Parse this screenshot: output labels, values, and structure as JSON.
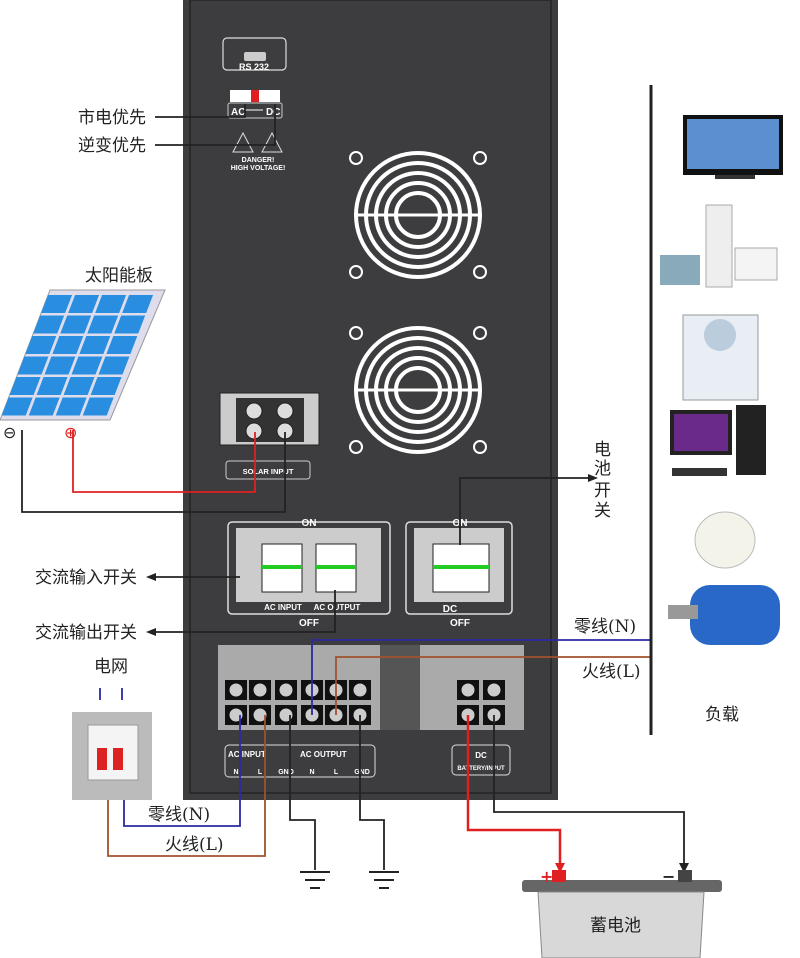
{
  "labels": {
    "mains_priority": "市电优先",
    "inverter_priority": "逆变优先",
    "solar_panel": "太阳能板",
    "battery_switch": [
      "电",
      "池",
      "开",
      "关"
    ],
    "ac_input_switch": "交流输入开关",
    "ac_output_switch": "交流输出开关",
    "grid": "电网",
    "neutral_right": "零线(N)",
    "live_right": "火线(L)",
    "load": "负载",
    "neutral_left": "零线(N)",
    "live_left": "火线(L)",
    "battery": "蓄电池"
  },
  "panel": {
    "rs232": "RS 232",
    "ac": "AC",
    "dc": "DC",
    "danger": "DANGER!",
    "high_voltage": "HIGH VOLTAGE!",
    "solar_input": "SOLAR INPUT",
    "on": "ON",
    "off": "OFF",
    "ac_input": "AC INPUT",
    "ac_output": "AC OUTPUT",
    "dc_switch": "DC",
    "terminal_ac_input": "AC INPUT",
    "terminal_ac_output": "AC OUTPUT",
    "n": "N",
    "l": "L",
    "gnd": "GND",
    "terminal_dc": "DC",
    "battery_input": "BATTERY/INPUT"
  },
  "symbols": {
    "plus": "+",
    "minus": "−"
  },
  "colors": {
    "panel": "#3d3d3f",
    "live": "#e02020",
    "neutral": "#2a2aa0",
    "live_ac": "#a0522d",
    "wire": "#222222",
    "solar": "#2a8ee0"
  }
}
